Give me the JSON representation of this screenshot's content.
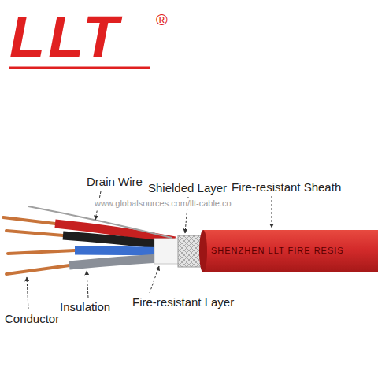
{
  "diagram": {
    "labels": [
      "LLT",
      "®",
      "www.globalsources.com/llt-cable.co",
      "Drain Wire",
      "Shielded Layer",
      "Fire-resistant Sheath",
      "SHENZHEN LLT FIRE RESIS",
      "Conductor",
      "Insulation",
      "Fire-resistant Layer"
    ]
  }
}
